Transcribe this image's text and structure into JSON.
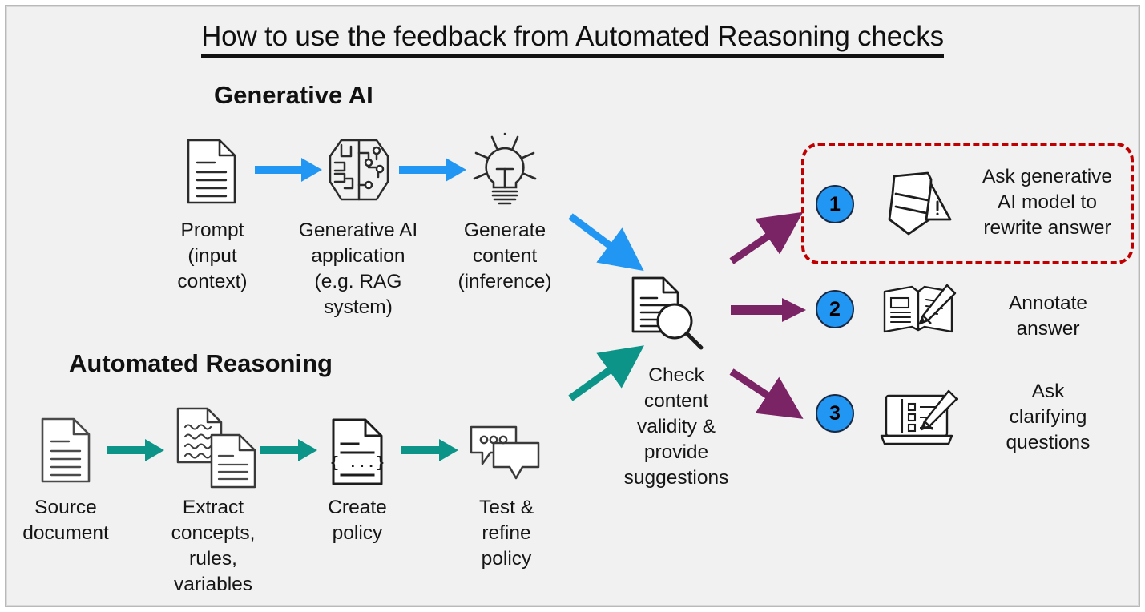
{
  "page": {
    "title": "How to use the feedback from Automated Reasoning checks",
    "background_color": "#f1f1f1",
    "frame_border_color": "#b9b9b9"
  },
  "colors": {
    "blue_arrow": "#2196f3",
    "teal_arrow": "#0d9488",
    "purple_arrow": "#7b2465",
    "red_dashed": "#c00000",
    "circle_fill": "#2196f3",
    "circle_border": "#1b2a44",
    "icon_stroke": "#2b2b2b",
    "text": "#151515"
  },
  "sections": [
    {
      "heading": "Generative AI",
      "nodes": [
        {
          "icon": "document-icon",
          "caption": "Prompt\n(input\ncontext)"
        },
        {
          "icon": "neural-brain-icon",
          "caption": "Generative AI\napplication\n(e.g. RAG\nsystem)"
        },
        {
          "icon": "lightbulb-icon",
          "caption": "Generate\ncontent\n(inference)"
        }
      ]
    },
    {
      "heading": "Automated Reasoning",
      "nodes": [
        {
          "icon": "document-icon",
          "caption": "Source\ndocument"
        },
        {
          "icon": "two-documents-icon",
          "caption": "Extract\nconcepts,\nrules,\nvariables"
        },
        {
          "icon": "policy-document-icon",
          "caption": "Create\npolicy"
        },
        {
          "icon": "speech-bubbles-icon",
          "caption": "Test &\nrefine\npolicy"
        }
      ]
    }
  ],
  "center": {
    "icon": "document-search-icon",
    "caption": "Check\ncontent\nvalidity &\nprovide\nsuggestions"
  },
  "outcomes": [
    {
      "number": "1",
      "icon": "shield-alert-icon",
      "label": "Ask generative\nAI model to\nrewrite answer",
      "highlighted": true
    },
    {
      "number": "2",
      "icon": "book-pencil-icon",
      "label": "Annotate\nanswer",
      "highlighted": false
    },
    {
      "number": "3",
      "icon": "laptop-form-pencil-icon",
      "label": "Ask\nclarifying\nquestions",
      "highlighted": false
    }
  ]
}
